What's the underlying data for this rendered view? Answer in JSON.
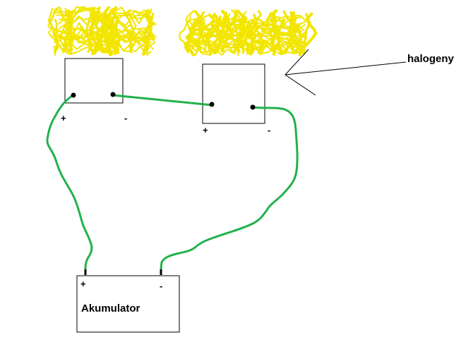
{
  "colors": {
    "wire": "#22b14c",
    "light": "#f2e600",
    "outline": "#000000",
    "terminal": "#000000",
    "background": "#ffffff"
  },
  "lamps": [
    {
      "plus_label": "+",
      "minus_label": "-"
    },
    {
      "plus_label": "+",
      "minus_label": "-"
    }
  ],
  "battery": {
    "label": "Akumulator",
    "plus_label": "+",
    "minus_label": "-"
  },
  "callout": {
    "label": "halogeny",
    "icon": "arrow-left-icon"
  },
  "wires": [
    {
      "from": "lamp-1-plus",
      "to": "battery-plus"
    },
    {
      "from": "lamp-1-minus",
      "to": "lamp-2-plus"
    },
    {
      "from": "lamp-2-minus",
      "to": "battery-minus"
    }
  ]
}
